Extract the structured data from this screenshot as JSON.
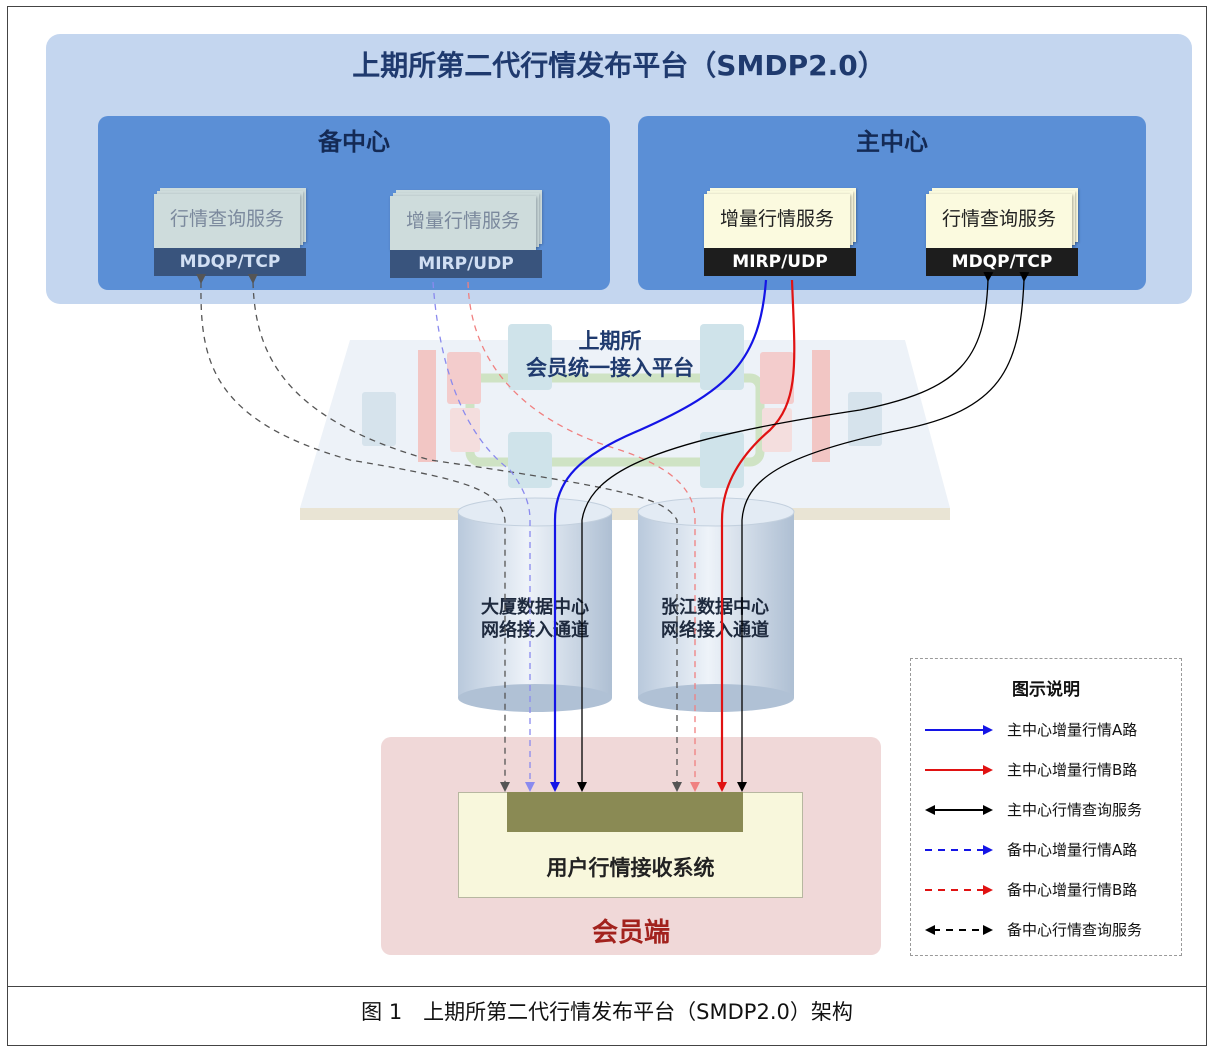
{
  "platform": {
    "title": "上期所第二代行情发布平台（SMDP2.0）"
  },
  "backup_center": {
    "title": "备中心",
    "query_service": {
      "name": "行情查询服务",
      "protocol": "MDQP/TCP"
    },
    "increment_service": {
      "name": "增量行情服务",
      "protocol": "MIRP/UDP"
    }
  },
  "main_center": {
    "title": "主中心",
    "increment_service": {
      "name": "增量行情服务",
      "protocol": "MIRP/UDP"
    },
    "query_service": {
      "name": "行情查询服务",
      "protocol": "MDQP/TCP"
    }
  },
  "access_platform": {
    "line1": "上期所",
    "line2": "会员统一接入平台"
  },
  "datacenters": [
    {
      "line1": "大厦数据中心",
      "line2": "网络接入通道"
    },
    {
      "line1": "张江数据中心",
      "line2": "网络接入通道"
    }
  ],
  "member": {
    "label": "会员端",
    "receiver": "用户行情接收系统"
  },
  "legend": {
    "title": "图示说明",
    "items": [
      {
        "label": "主中心增量行情A路",
        "color": "#1414e6",
        "style": "solid",
        "arrows": "end"
      },
      {
        "label": "主中心增量行情B路",
        "color": "#e01212",
        "style": "solid",
        "arrows": "end"
      },
      {
        "label": "主中心行情查询服务",
        "color": "#000000",
        "style": "solid",
        "arrows": "both"
      },
      {
        "label": "备中心增量行情A路",
        "color": "#1414e6",
        "style": "dashed",
        "arrows": "end"
      },
      {
        "label": "备中心增量行情B路",
        "color": "#e01212",
        "style": "dashed",
        "arrows": "end"
      },
      {
        "label": "备中心行情查询服务",
        "color": "#000000",
        "style": "dashed",
        "arrows": "both"
      }
    ]
  },
  "caption": "图 1　上期所第二代行情发布平台（SMDP2.0）架构"
}
